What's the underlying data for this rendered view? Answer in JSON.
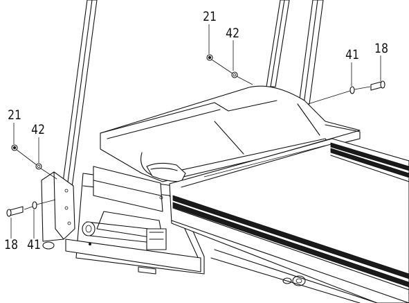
{
  "callouts": [
    {
      "id": "bolt-18-right",
      "number": "18"
    },
    {
      "id": "washer-41-right",
      "number": "41"
    },
    {
      "id": "cap-42-top",
      "number": "42"
    },
    {
      "id": "nut-21-top",
      "number": "21"
    },
    {
      "id": "nut-21-left",
      "number": "21"
    },
    {
      "id": "cap-42-left",
      "number": "42"
    },
    {
      "id": "bolt-18-left",
      "number": "18"
    },
    {
      "id": "washer-41-left",
      "number": "41"
    }
  ]
}
